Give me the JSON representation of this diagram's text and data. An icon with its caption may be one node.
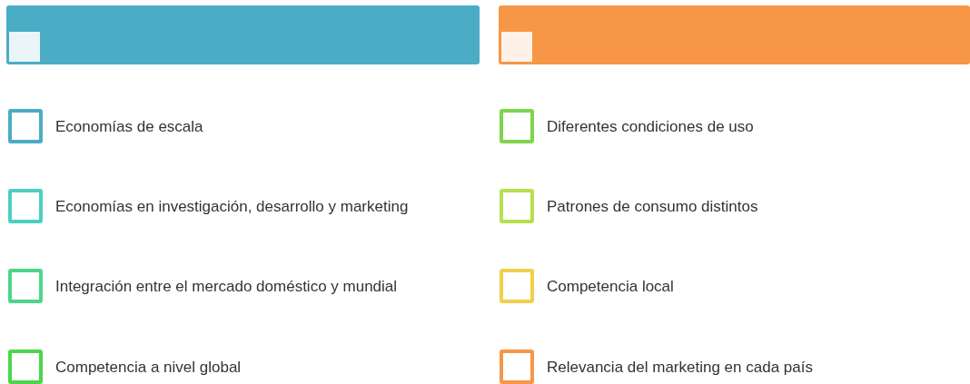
{
  "diagram": {
    "nodes": [
      {
        "text": [],
        "shape": "bar"
      },
      {
        "text": [],
        "shape": "bar"
      },
      {
        "text": [
          "Economías de escala"
        ]
      },
      {
        "text": [
          "Economías en investigación, desarrollo y marketing"
        ]
      },
      {
        "text": [
          "Integración entre el mercado doméstico y mundial"
        ]
      },
      {
        "text": [
          "Competencia a nivel global"
        ]
      },
      {
        "text": [
          "Diferentes condiciones de uso"
        ]
      },
      {
        "text": [
          "Patrones de consumo distintos"
        ]
      },
      {
        "text": [
          "Competencia local"
        ]
      },
      {
        "text": [
          "Relevancia del marketing en cada país"
        ]
      }
    ]
  }
}
